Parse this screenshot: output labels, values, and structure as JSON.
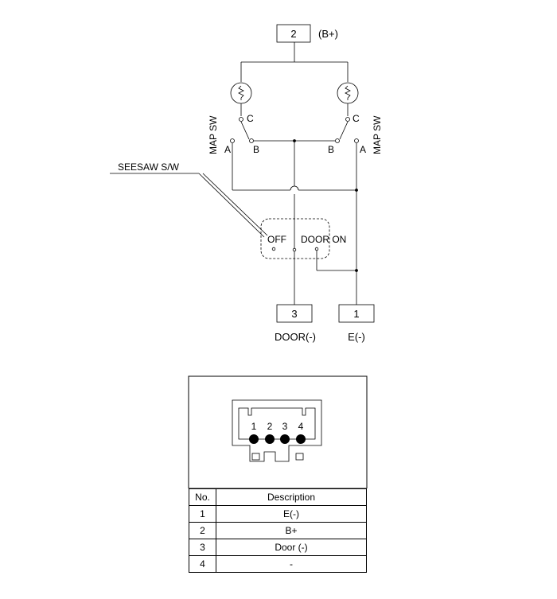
{
  "schematic": {
    "terminals": [
      {
        "number": "2",
        "label": "(B+)"
      },
      {
        "number": "3",
        "label": "DOOR(-)"
      },
      {
        "number": "1",
        "label": "E(-)"
      }
    ],
    "map_switch_left": {
      "label": "MAP SW",
      "contacts": [
        "A",
        "B",
        "C"
      ]
    },
    "map_switch_right": {
      "label": "MAP SW",
      "contacts": [
        "A",
        "B",
        "C"
      ]
    },
    "seesaw": {
      "label": "SEESAW S/W",
      "positions": [
        "OFF",
        "DOOR ON"
      ]
    },
    "lamp_icon": "bulb-icon"
  },
  "connector": {
    "pins": [
      "1",
      "2",
      "3",
      "4"
    ]
  },
  "table": {
    "headers": [
      "No.",
      "Description"
    ],
    "rows": [
      {
        "no": "1",
        "description": "E(-)"
      },
      {
        "no": "2",
        "description": "B+"
      },
      {
        "no": "3",
        "description": "Door (-)"
      },
      {
        "no": "4",
        "description": "-"
      }
    ]
  }
}
